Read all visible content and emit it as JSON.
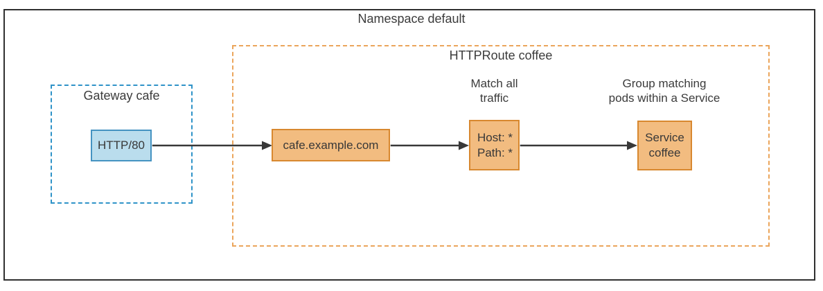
{
  "diagram": {
    "title": "Namespace default",
    "groups": {
      "gateway": {
        "label": "Gateway cafe"
      },
      "httproute": {
        "label": "HTTPRoute coffee"
      }
    },
    "nodes": {
      "listener": {
        "label": "HTTP/80"
      },
      "hostname": {
        "label": "cafe.example.com"
      },
      "match": {
        "line1": "Host: *",
        "line2": "Path: *"
      },
      "service": {
        "line1": "Service",
        "line2": "coffee"
      }
    },
    "annotations": {
      "match": {
        "line1": "Match all",
        "line2": "traffic"
      },
      "service": {
        "line1": "Group matching",
        "line2": "pods within a Service"
      }
    },
    "colors": {
      "outer_border": "#2f2f2f",
      "text": "#3b3b3b",
      "gateway_dash": "#2f93c8",
      "listener_fill": "#badded",
      "listener_border": "#4593c1",
      "httproute_dash": "#eba55b",
      "route_node_fill": "#f2bc80",
      "route_node_border": "#d8882f",
      "arrow": "#383838"
    }
  }
}
